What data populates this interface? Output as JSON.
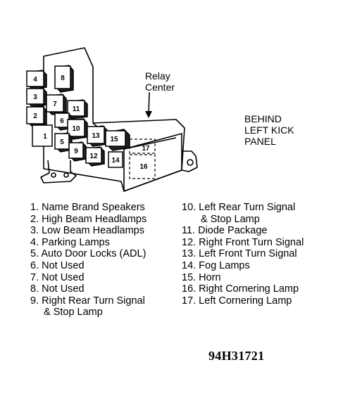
{
  "diagram": {
    "relay_center_label_line1": "Relay",
    "relay_center_label_line2": "Center",
    "location_line1": "BEHIND",
    "location_line2": "LEFT KICK",
    "location_line3": "PANEL",
    "relay_numbers": [
      "1",
      "2",
      "3",
      "4",
      "5",
      "6",
      "7",
      "8",
      "9",
      "10",
      "11",
      "12",
      "13",
      "14",
      "15",
      "16",
      "17"
    ]
  },
  "legend_left": [
    {
      "text": "1. Name Brand Speakers"
    },
    {
      "text": "2. High Beam Headlamps"
    },
    {
      "text": "3. Low Beam Headlamps"
    },
    {
      "text": "4. Parking Lamps"
    },
    {
      "text": "5. Auto Door Locks (ADL)"
    },
    {
      "text": "6. Not Used"
    },
    {
      "text": "7. Not Used"
    },
    {
      "text": "8. Not Used"
    },
    {
      "text": "9. Right Rear Turn Signal"
    },
    {
      "text": "& Stop Lamp"
    }
  ],
  "legend_right": [
    {
      "text": "10. Left Rear Turn Signal"
    },
    {
      "text": "& Stop Lamp"
    },
    {
      "text": "11. Diode Package"
    },
    {
      "text": "12. Right Front Turn Signal"
    },
    {
      "text": "13. Left Front Turn Signal"
    },
    {
      "text": "14. Fog Lamps"
    },
    {
      "text": "15. Horn"
    },
    {
      "text": "16. Right Cornering Lamp"
    },
    {
      "text": "17. Left Cornering Lamp"
    }
  ],
  "figure_id": "94H31721"
}
